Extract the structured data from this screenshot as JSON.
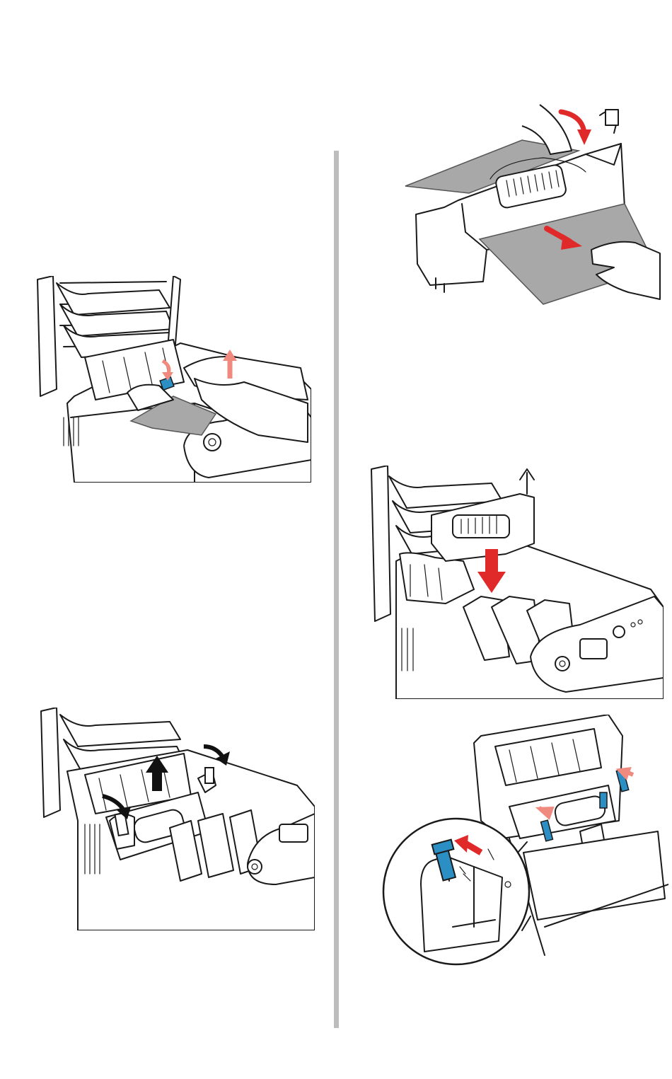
{
  "page": {
    "background": "#ffffff",
    "divider_color": "#bdbdbd"
  },
  "colors": {
    "arrow_red": "#e02a2a",
    "arrow_salmon": "#f08a7e",
    "lever_blue": "#2b8fc4",
    "arrow_black": "#111111",
    "paper_gray": "#a8a8a8"
  },
  "figures": [
    {
      "id": "fuser-paper-removal",
      "icon": "fuser-unit-with-jammed-paper"
    },
    {
      "id": "lift-jammed-paper",
      "icon": "open-printer-jammed-paper"
    },
    {
      "id": "install-fuser-unit",
      "icon": "fuser-unit-lowered-into-printer"
    },
    {
      "id": "release-fuser-levers",
      "icon": "fuser-unit-locking-levers"
    },
    {
      "id": "lock-fuser-levers",
      "icon": "fuser-lever-detail-magnified"
    }
  ]
}
